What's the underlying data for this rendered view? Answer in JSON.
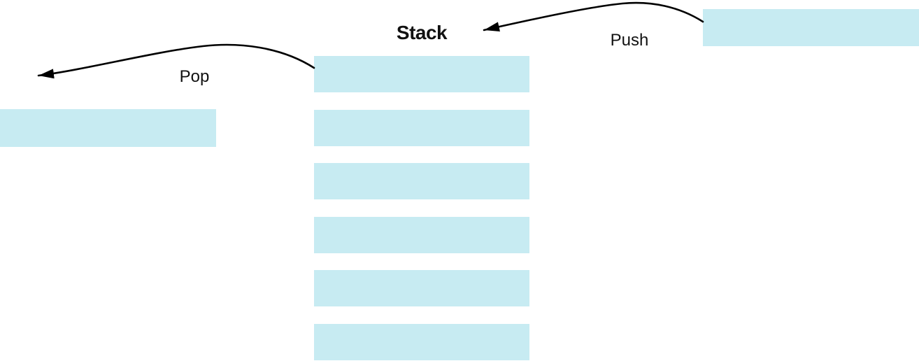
{
  "diagram": {
    "title": "Stack",
    "operations": {
      "push": {
        "label": "Push"
      },
      "pop": {
        "label": "Pop"
      }
    },
    "stack": {
      "item_count": 6
    }
  },
  "palette": {
    "item_fill": "#c7ebf2",
    "arrow_color": "#000000",
    "text_color": "#111111",
    "background": "#ffffff"
  }
}
